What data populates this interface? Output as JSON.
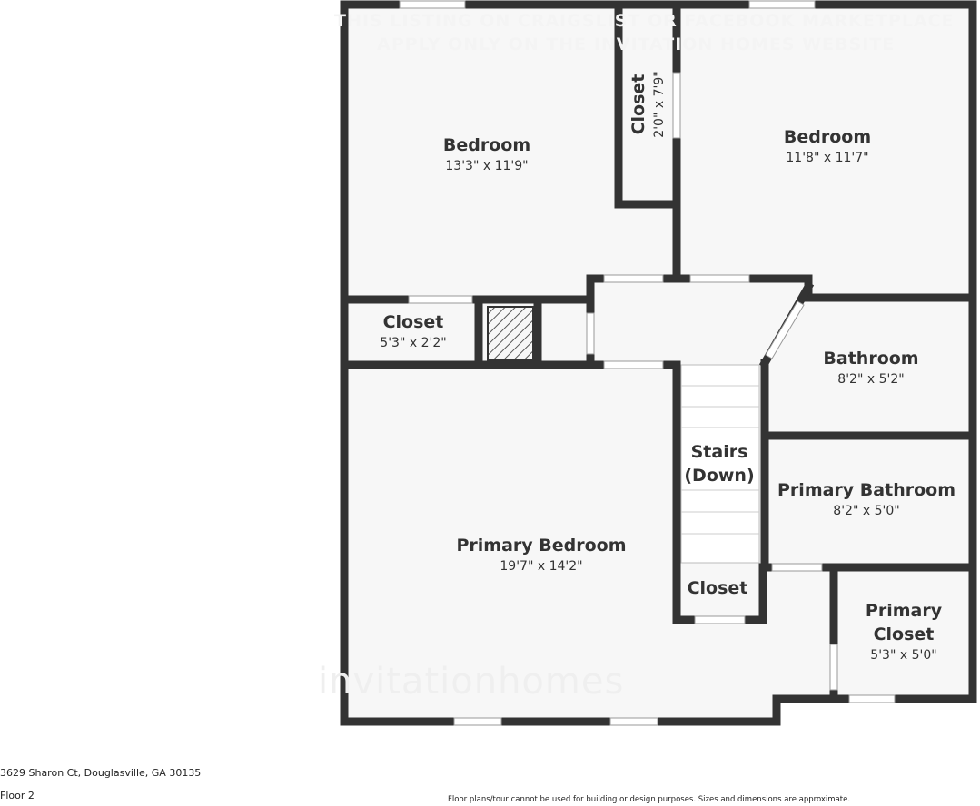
{
  "watermark": {
    "line1": "THIS LISTING ON CRAIGSLIST OR FACEBOOK MARKETPLACE",
    "line2": "APPLY ONLY ON THE INVITATION HOMES WEBSITE",
    "logo": "invitationhomes"
  },
  "rooms": [
    {
      "name": "Bedroom",
      "dims": "13'3\" x 11'9\""
    },
    {
      "name": "Closet",
      "dims": "2'0\" x 7'9\""
    },
    {
      "name": "Bedroom",
      "dims": "11'8\" x 11'7\""
    },
    {
      "name": "Closet",
      "dims": "5'3\" x 2'2\""
    },
    {
      "name": "Bathroom",
      "dims": "8'2\" x 5'2\""
    },
    {
      "name": "Stairs",
      "dims": "(Down)"
    },
    {
      "name": "Primary Bathroom",
      "dims": "8'2\" x 5'0\""
    },
    {
      "name": "Primary Bedroom",
      "dims": "19'7\" x 14'2\""
    },
    {
      "name": "Closet",
      "dims": ""
    },
    {
      "name": "Primary",
      "dims": "5'3\" x 5'0\"",
      "name2": "Closet"
    }
  ],
  "footer": {
    "address": "3629 Sharon Ct, Douglasville, GA 30135",
    "floor": "Floor 2",
    "disclaimer": "Floor plans/tour cannot be used for building or design purposes. Sizes and dimensions are approximate."
  },
  "colors": {
    "wall": "#333333",
    "floor": "#f7f7f7",
    "window": "#ffffff"
  }
}
